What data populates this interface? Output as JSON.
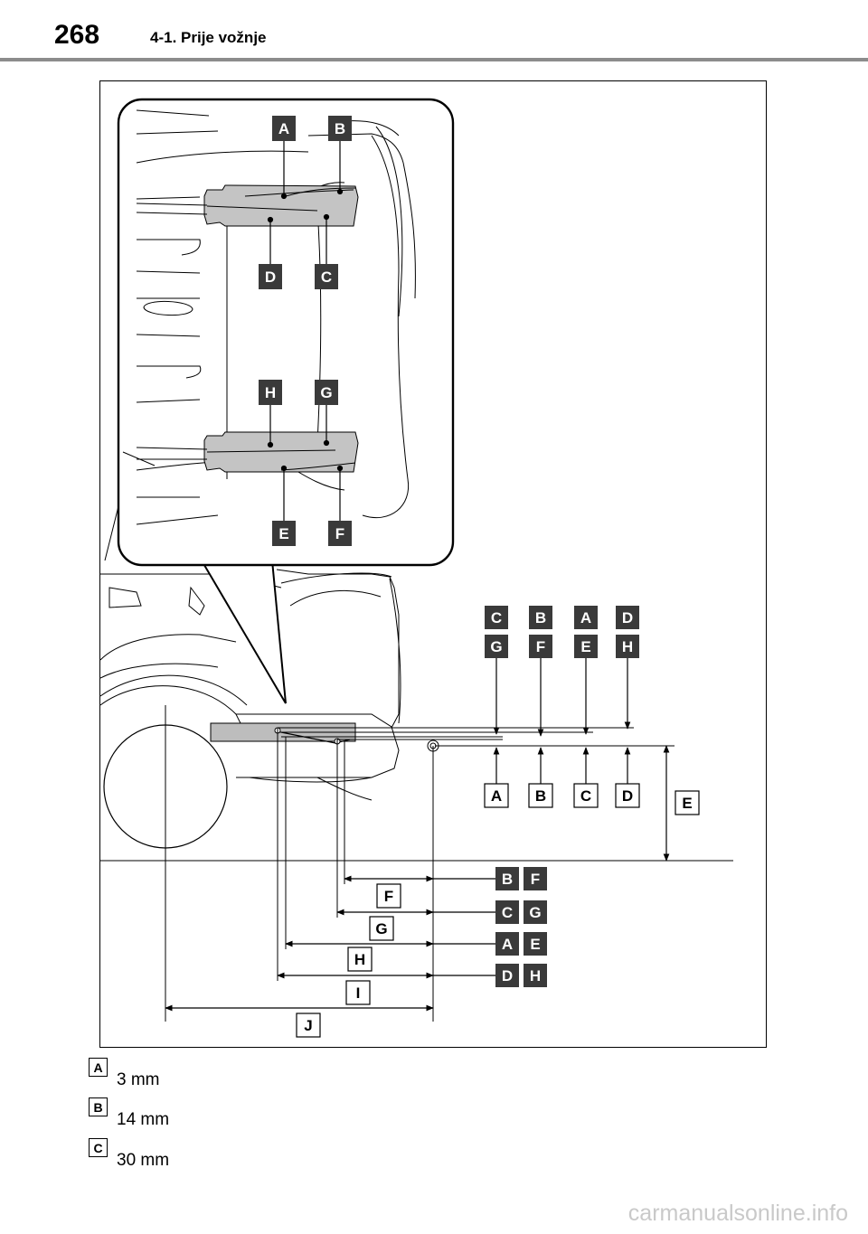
{
  "header": {
    "page_number": "268",
    "section_title": "4-1. Prije vožnje"
  },
  "figure": {
    "zoom_labels": {
      "top_left": "A",
      "top_right": "B",
      "mid_left": "D",
      "mid_right": "C",
      "low_left": "H",
      "low_right": "G",
      "bottom_left": "E",
      "bottom_right": "F"
    },
    "top_pairs": [
      [
        "C",
        "G"
      ],
      [
        "B",
        "F"
      ],
      [
        "A",
        "E"
      ],
      [
        "D",
        "H"
      ]
    ],
    "bottom_labels": [
      "A",
      "B",
      "C",
      "D"
    ],
    "height_label": "E",
    "dimension_labels": [
      "F",
      "G",
      "H",
      "I",
      "J"
    ],
    "right_pairs": [
      [
        "B",
        "F"
      ],
      [
        "C",
        "G"
      ],
      [
        "A",
        "E"
      ],
      [
        "D",
        "H"
      ]
    ]
  },
  "legend": [
    {
      "key": "A",
      "value": "3 mm"
    },
    {
      "key": "B",
      "value": "14 mm"
    },
    {
      "key": "C",
      "value": "30 mm"
    }
  ],
  "watermark": "carmanualsonline.info"
}
